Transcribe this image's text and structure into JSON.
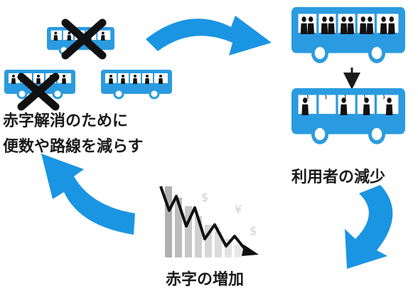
{
  "labels": {
    "cut_caption_line1": "赤字解消のために",
    "cut_caption_line2": "便数や路線を減らす",
    "ridership_caption": "利用者の減少",
    "deficit_caption": "赤字の増加"
  },
  "colors": {
    "bus_blue": "#2a9be0",
    "arrow_blue": "#1a95e2",
    "cross": "#111111",
    "text": "#1a1a1a",
    "chart_grey": "#a9a9a9"
  },
  "icons": {
    "buses": "bus-icon",
    "cross": "cross-mark-icon",
    "down_arrow": "down-arrow-icon",
    "falling_chart": "falling-chart-icon",
    "cycle_arrows": "curved-arrow-icon"
  }
}
